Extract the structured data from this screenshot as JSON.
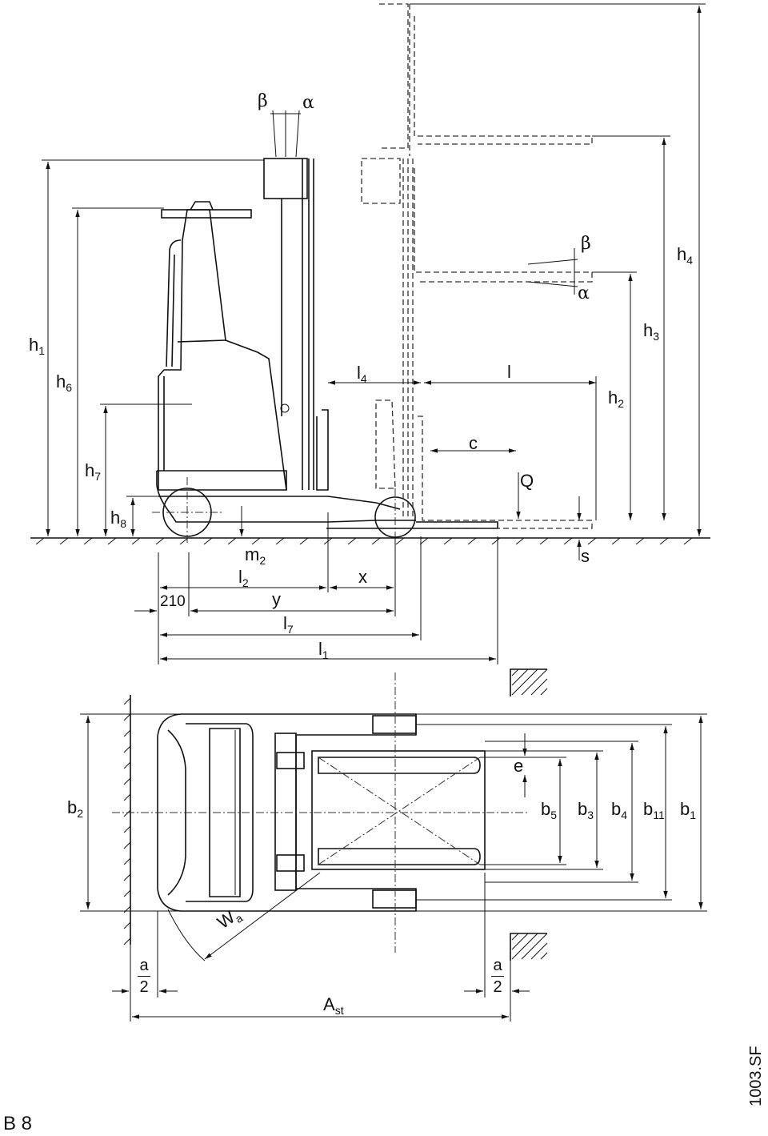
{
  "figure_id": "B 8",
  "drawing_code": "1003.SF",
  "side_view_labels": {
    "h1": "h",
    "h1_sub": "1",
    "h2": "h",
    "h2_sub": "2",
    "h3": "h",
    "h3_sub": "3",
    "h4": "h",
    "h4_sub": "4",
    "h6": "h",
    "h6_sub": "6",
    "h7": "h",
    "h7_sub": "7",
    "h8": "h",
    "h8_sub": "8",
    "l": "l",
    "l4": "l",
    "l4_sub": "4",
    "c": "c",
    "Q": "Q",
    "beta_top": "β",
    "alpha_top": "α",
    "beta_right": "β",
    "alpha_right": "α",
    "m2": "m",
    "m2_sub": "2",
    "s": "s",
    "l2": "l",
    "l2_sub": "2",
    "x": "x",
    "d210": "210",
    "y": "y",
    "l7": "l",
    "l7_sub": "7",
    "l1": "l",
    "l1_sub": "1"
  },
  "top_view_labels": {
    "b2": "b",
    "b2_sub": "2",
    "e": "e",
    "b5": "b",
    "b5_sub": "5",
    "b3": "b",
    "b3_sub": "3",
    "b4": "b",
    "b4_sub": "4",
    "b11": "b",
    "b11_sub": "11",
    "b1": "b",
    "b1_sub": "1",
    "Wa": "W",
    "Wa_sub": "a",
    "a_num_left": "a",
    "a_den_left": "2",
    "a_num_right": "a",
    "a_den_right": "2",
    "Ast": "A",
    "Ast_sub": "st"
  }
}
